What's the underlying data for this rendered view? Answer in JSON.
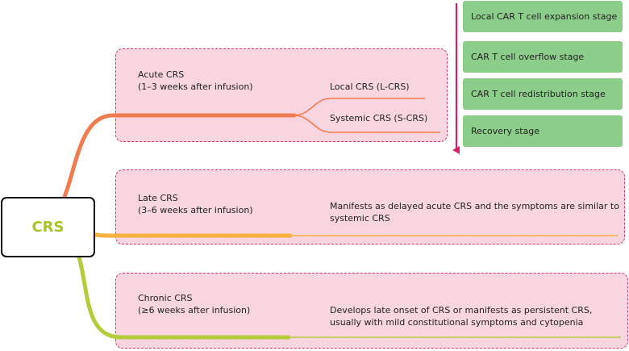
{
  "root": {
    "label": "CRS"
  },
  "acute": {
    "title": "Acute CRS",
    "timing": "(1–3 weeks after infusion)",
    "subtypes": [
      "Local CRS (L-CRS)",
      "Systemic CRS (S-CRS)"
    ]
  },
  "late": {
    "title": "Late CRS",
    "timing": "(3–6 weeks after infusion)",
    "description": [
      "Manifests as delayed acute CRS and the symptoms are similar to",
      "systemic CRS"
    ]
  },
  "chronic": {
    "title": "Chronic CRS",
    "timing": "(≥6 weeks after infusion)",
    "description": [
      "Develops late onset of CRS or manifests as persistent CRS,",
      "usually with mild constitutional symptoms and cytopenia"
    ]
  },
  "stages": [
    "Local CAR T cell expansion stage",
    "CAR T cell overflow stage",
    "CAR T cell redistribution stage",
    "Recovery stage"
  ],
  "colors": {
    "acute_branch": "#f07c50",
    "late_branch": "#f7b13c",
    "chronic_branch": "#b5cc3a",
    "dashed_border": "#d63a6e",
    "box_fill": "#f8d5df",
    "stage_fill": "#8ccd8a",
    "arrow": "#d31f6a",
    "root_label": "#a7c42a"
  }
}
